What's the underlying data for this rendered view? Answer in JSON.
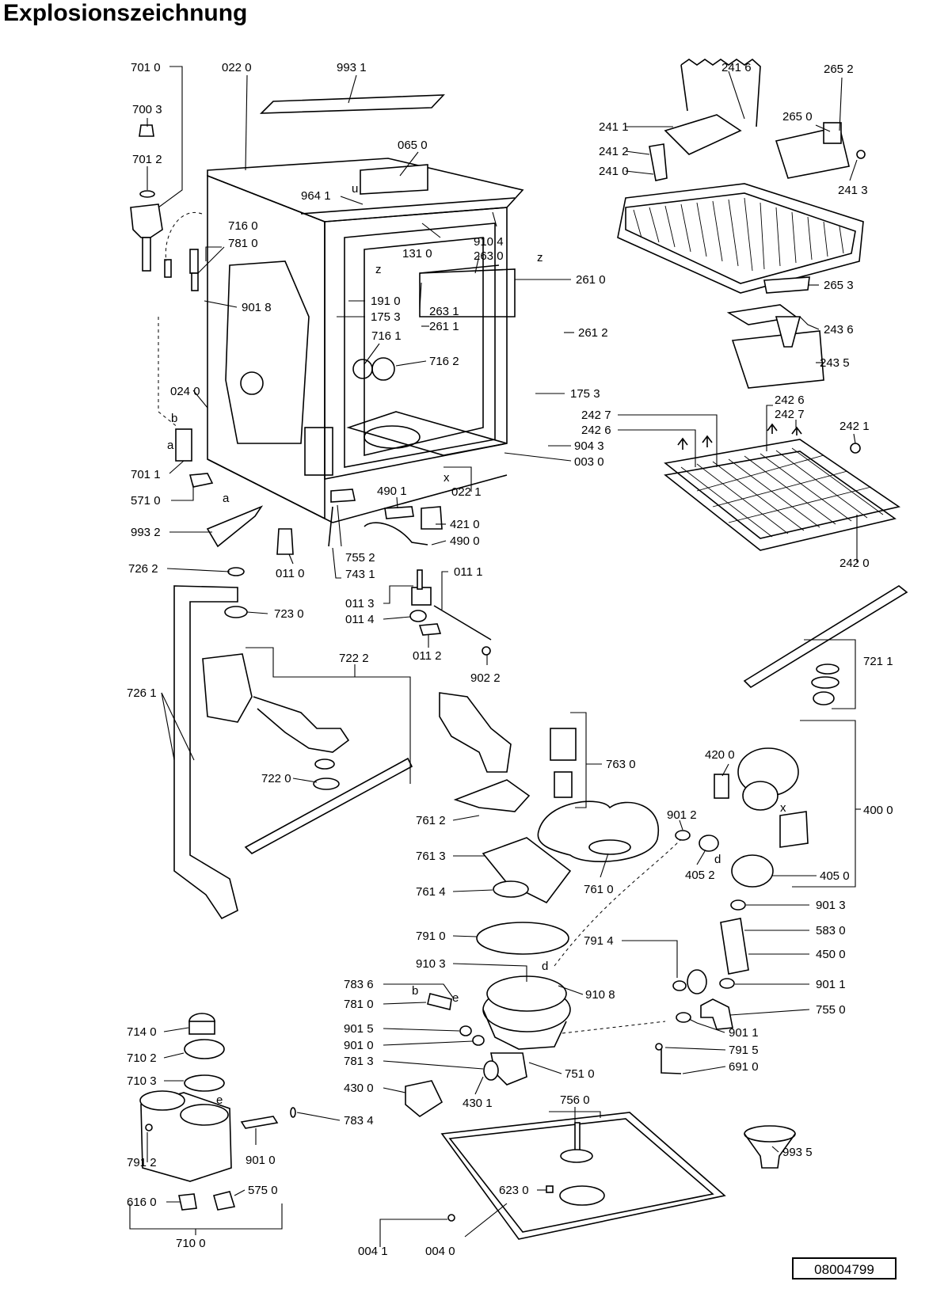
{
  "title": "Explosionszeichnung",
  "doc_number": "08004799",
  "labels": {
    "l7010": "701 0",
    "l0220": "022 0",
    "l9931": "993 1",
    "l2416": "241 6",
    "l2652": "265 2",
    "l7003": "700 3",
    "l0650": "065 0",
    "l2650": "265 0",
    "l2411": "241 1",
    "l7012": "701 2",
    "l2412": "241 2",
    "l2410": "241 0",
    "l2413": "241 3",
    "l9641": "964 1",
    "l7160": "716 0",
    "l7810": "781 0",
    "l9104": "910 4",
    "l1310": "131 0",
    "l2630": "263 0",
    "l2610": "261 0",
    "l2653": "265 3",
    "l9018": "901 8",
    "l1910": "191 0",
    "l1753a": "175 3",
    "l2631": "263 1",
    "l2611": "261 1",
    "l2436": "243 6",
    "l2612": "261 2",
    "l7161": "716 1",
    "l7162": "716 2",
    "l2435": "243 5",
    "l0240": "024 0",
    "l1753b": "175 3",
    "l2426a": "242 6",
    "l2427a": "242 7",
    "l2427b": "242 7",
    "l2426b": "242 6",
    "l2421": "242 1",
    "l9043": "904 3",
    "l0030": "003 0",
    "l7011": "701 1",
    "l4901": "490 1",
    "l0221": "022 1",
    "l5710": "571 0",
    "l4210": "421 0",
    "l4900": "490 0",
    "l9932": "993 2",
    "l7552": "755 2",
    "l0110": "011 0",
    "l7431": "743 1",
    "l2420": "242 0",
    "l7262": "726 2",
    "l0111": "011 1",
    "l0113": "011 3",
    "l7230": "723 0",
    "l0114": "011 4",
    "l0112": "011 2",
    "l7222": "722 2",
    "l9022": "902 2",
    "l7211": "721 1",
    "l7261": "726 1",
    "l7630": "763 0",
    "l4200": "420 0",
    "l7220": "722 0",
    "l4000": "400 0",
    "l9012": "901 2",
    "l7612": "761 2",
    "l7613": "761 3",
    "l4052": "405 2",
    "l4050": "405 0",
    "l7610": "761 0",
    "l7614": "761 4",
    "l9013": "901 3",
    "l5830": "583 0",
    "l7910": "791 0",
    "l7914": "791 4",
    "l4500": "450 0",
    "l9103": "910 3",
    "l9108": "910 8",
    "l9011a": "901 1",
    "l7836": "783 6",
    "l7810b": "781 0",
    "l7550": "755 0",
    "l9015": "901 5",
    "l9011b": "901 1",
    "l9010a": "901 0",
    "l7915": "791 5",
    "l7140": "714 0",
    "l7813": "781 3",
    "l7510": "751 0",
    "l7102": "710 2",
    "l6910": "691 0",
    "l7103": "710 3",
    "l4300": "430 0",
    "l4301": "430 1",
    "l7560": "756 0",
    "l7834": "783 4",
    "l9935": "993 5",
    "l9010b": "901 0",
    "l6230": "623 0",
    "l7912": "791 2",
    "l5750": "575 0",
    "l6160": "616 0",
    "l0041": "004 1",
    "l0040": "004 0",
    "l7100": "710 0"
  },
  "letters": {
    "a1": "a",
    "b1": "b",
    "a2": "a",
    "b2": "b",
    "x1": "x",
    "z1": "z",
    "z2": "z",
    "d1": "d",
    "d2": "d",
    "e1": "e",
    "e2": "e",
    "x2": "x",
    "u1": "u"
  }
}
